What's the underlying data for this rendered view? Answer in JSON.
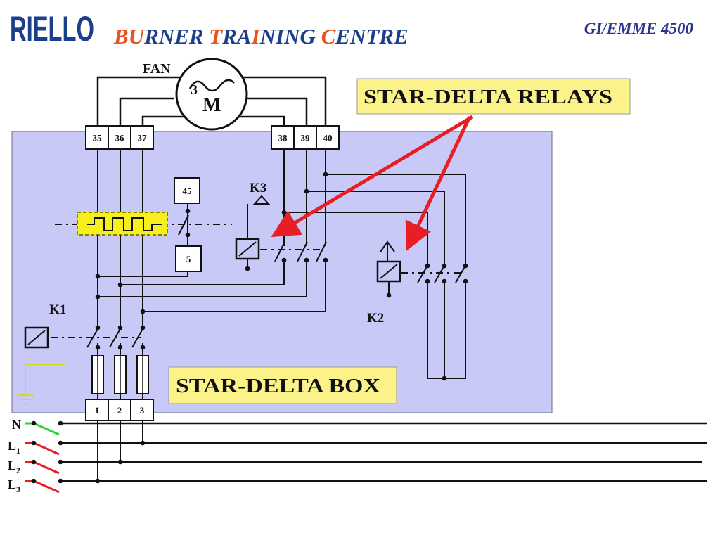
{
  "header": {
    "logo": "RIELLO",
    "title_parts": [
      {
        "text": "BU",
        "accent": true
      },
      {
        "text": "RNER ",
        "accent": false
      },
      {
        "text": "T",
        "accent": true
      },
      {
        "text": "RA",
        "accent": false
      },
      {
        "text": "I",
        "accent": true
      },
      {
        "text": "NING ",
        "accent": false
      },
      {
        "text": "C",
        "accent": true
      },
      {
        "text": "ENTRE",
        "accent": false
      }
    ],
    "code": "GI/EMME 4500"
  },
  "motor": {
    "label": "FAN",
    "phase": "3",
    "symbol": "M"
  },
  "terminals": {
    "motor_left": [
      "35",
      "36",
      "37"
    ],
    "motor_right": [
      "38",
      "39",
      "40"
    ],
    "thermostat_top": "45",
    "thermostat_bottom": "5",
    "supply": [
      "1",
      "2",
      "3"
    ]
  },
  "relays": {
    "k1": "K1",
    "k2": "K2",
    "k3": "K3"
  },
  "callouts": {
    "relays": "STAR-DELTA RELAYS",
    "box": "STAR-DELTA BOX"
  },
  "lines": {
    "n": "N",
    "l1": {
      "main": "L",
      "sub": "1"
    },
    "l2": {
      "main": "L",
      "sub": "2"
    },
    "l3": {
      "main": "L",
      "sub": "3"
    }
  },
  "colors": {
    "logo": "#1c3f8c",
    "title_blue": "#1c3f8c",
    "title_accent": "#e8541e",
    "code": "#2a3590",
    "box_fill": "#c9c9f7",
    "callout_fill": "#fbf28a",
    "overload_fill": "#f7ef1b",
    "arrow": "#e81e25",
    "neutral_switch": "#2fd13a",
    "phase_switch": "#e81e25"
  }
}
